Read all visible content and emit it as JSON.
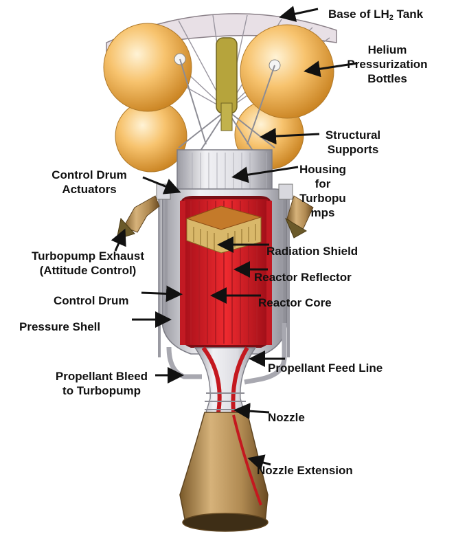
{
  "diagram": {
    "labels": {
      "base_lh2_tank": {
        "prefix": "Base of LH",
        "subscript": "2",
        "suffix": " Tank"
      },
      "helium_bottles": [
        "Helium",
        "Pressurization",
        "Bottles"
      ],
      "structural_supports": [
        "Structural",
        "Supports"
      ],
      "housing": [
        "Housing",
        "for",
        "Turbopu",
        "mps"
      ],
      "control_drum_actuators": [
        "Control Drum",
        "Actuators"
      ],
      "turbopump_exhaust": [
        "Turbopump Exhaust",
        "(Attitude Control)"
      ],
      "radiation_shield": "Radiation Shield",
      "reactor_reflector": "Reactor Reflector",
      "control_drum": "Control Drum",
      "reactor_core": "Reactor Core",
      "pressure_shell": "Pressure Shell",
      "propellant_feed_line": "Propellant Feed Line",
      "propellant_bleed": [
        "Propellant Bleed",
        "to Turbopump"
      ],
      "nozzle": "Nozzle",
      "nozzle_extension": "Nozzle Extension"
    }
  }
}
